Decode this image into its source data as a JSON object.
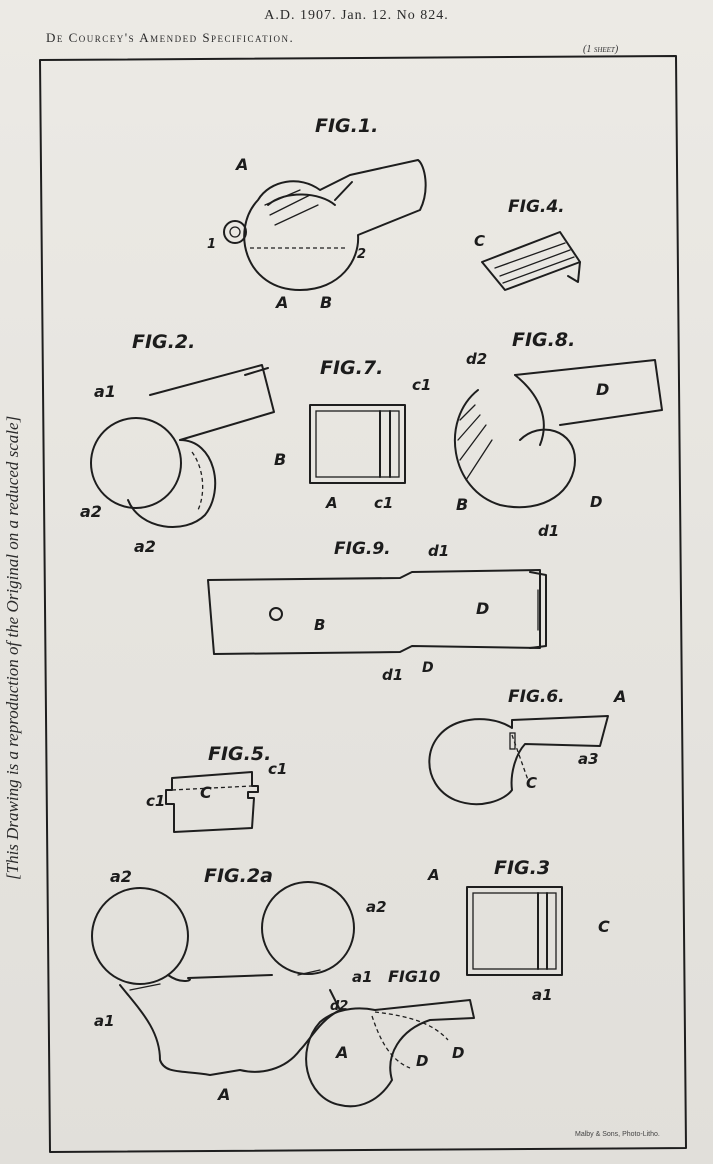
{
  "header": {
    "line1": "A.D. 1907. Jan. 12. No 824.",
    "line2": "De Courcey's Amended Specification.",
    "sheet": "(1 sheet)"
  },
  "side_note": "[This Drawing is a reproduction of the Original on a reduced scale]",
  "printer": "Malby & Sons, Photo-Litho.",
  "figures": {
    "fig1": {
      "title": "FIG.1.",
      "labels": [
        "A",
        "1",
        "2",
        "A",
        "B"
      ]
    },
    "fig4": {
      "title": "FIG.4.",
      "labels": [
        "C"
      ]
    },
    "fig2": {
      "title": "FIG.2.",
      "labels": [
        "a1",
        "a2",
        "a2"
      ]
    },
    "fig7": {
      "title": "FIG.7.",
      "labels": [
        "c1",
        "B",
        "A",
        "c1"
      ]
    },
    "fig8": {
      "title": "FIG.8.",
      "labels": [
        "d2",
        "D",
        "B",
        "D",
        "d1"
      ]
    },
    "fig9": {
      "title": "FIG.9.",
      "labels": [
        "d1",
        "B",
        "D",
        "d1",
        "D"
      ]
    },
    "fig6": {
      "title": "FIG.6.",
      "labels": [
        "A",
        "a3",
        "C"
      ]
    },
    "fig5": {
      "title": "FIG.5.",
      "labels": [
        "c1",
        "C",
        "c1"
      ]
    },
    "fig2a": {
      "title": "FIG.2a",
      "labels": [
        "a2",
        "a2",
        "a1",
        "a1",
        "A"
      ]
    },
    "fig3": {
      "title": "FIG.3",
      "labels": [
        "A",
        "C",
        "a1"
      ]
    },
    "fig10": {
      "title": "FIG10",
      "labels": [
        "d2",
        "A",
        "D",
        "D"
      ]
    }
  },
  "colors": {
    "paper": "#eceae5",
    "ink": "#1e1e1e"
  }
}
